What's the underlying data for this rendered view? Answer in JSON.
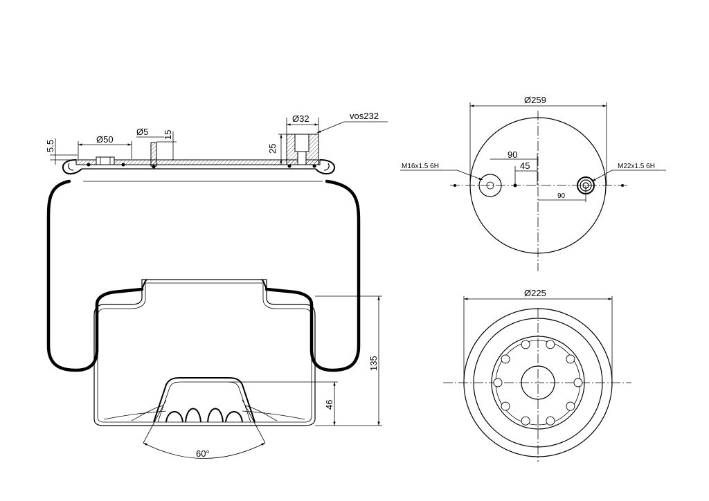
{
  "side_view": {
    "dim_height_plate": "5.5",
    "dim_pin_diameter": "Ø50",
    "dim_hole_diameter": "Ø5",
    "dim_hole_offset": "15",
    "dim_fitting_diameter": "Ø32",
    "dim_fitting_height": "25",
    "fitting_callout": "vos232",
    "dim_piston_height": "135",
    "dim_base_height": "46",
    "dim_angle": "60°"
  },
  "top_view": {
    "dim_plate_diameter": "Ø259",
    "dim_offset_left": "90",
    "dim_offset_center": "45",
    "dim_offset_right": "90",
    "thread_left": "M16x1.5 6H",
    "thread_right": "M22x1.5 6H"
  },
  "bottom_view": {
    "dim_piston_diameter": "Ø225"
  }
}
